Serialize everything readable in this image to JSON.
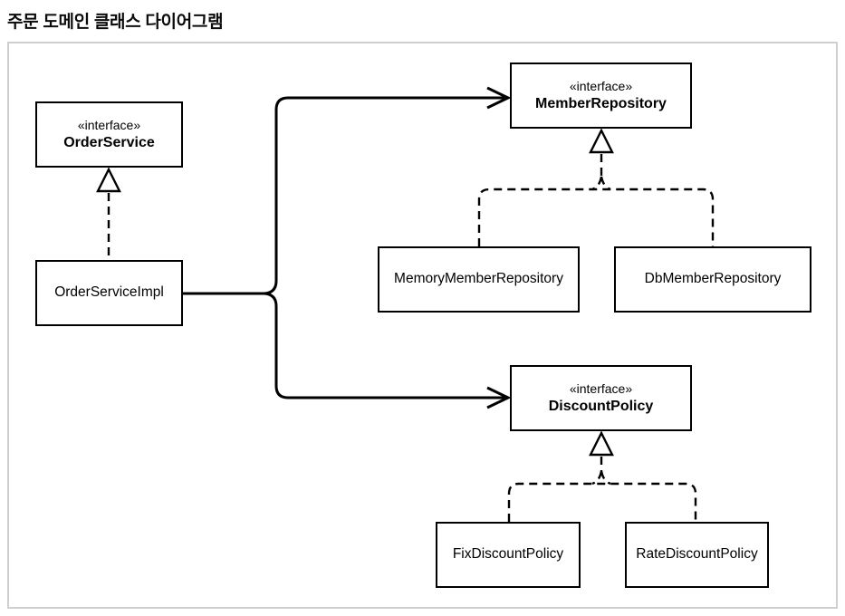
{
  "page": {
    "title": "주문 도메인 클래스 다이어그램"
  },
  "diagram": {
    "type": "uml-class-diagram",
    "nodes": {
      "order_service": {
        "stereotype": "«interface»",
        "name": "OrderService"
      },
      "order_service_impl": {
        "name": "OrderServiceImpl"
      },
      "member_repository": {
        "stereotype": "«interface»",
        "name": "MemberRepository"
      },
      "memory_member_repository": {
        "name": "MemoryMemberRepository"
      },
      "db_member_repository": {
        "name": "DbMemberRepository"
      },
      "discount_policy": {
        "stereotype": "«interface»",
        "name": "DiscountPolicy"
      },
      "fix_discount_policy": {
        "name": "FixDiscountPolicy"
      },
      "rate_discount_policy": {
        "name": "RateDiscountPolicy"
      }
    },
    "relationships": [
      {
        "type": "realization",
        "from": "OrderServiceImpl",
        "to": "OrderService"
      },
      {
        "type": "realization",
        "from": "MemoryMemberRepository",
        "to": "MemberRepository"
      },
      {
        "type": "realization",
        "from": "DbMemberRepository",
        "to": "MemberRepository"
      },
      {
        "type": "realization",
        "from": "FixDiscountPolicy",
        "to": "DiscountPolicy"
      },
      {
        "type": "realization",
        "from": "RateDiscountPolicy",
        "to": "DiscountPolicy"
      },
      {
        "type": "association",
        "from": "OrderServiceImpl",
        "to": "MemberRepository"
      },
      {
        "type": "association",
        "from": "OrderServiceImpl",
        "to": "DiscountPolicy"
      }
    ],
    "colors": {
      "line": "#000000",
      "box_border": "#000000",
      "box_fill": "#ffffff",
      "canvas_border": "#cfcfcf",
      "background": "#ffffff",
      "text": "#000000"
    }
  }
}
